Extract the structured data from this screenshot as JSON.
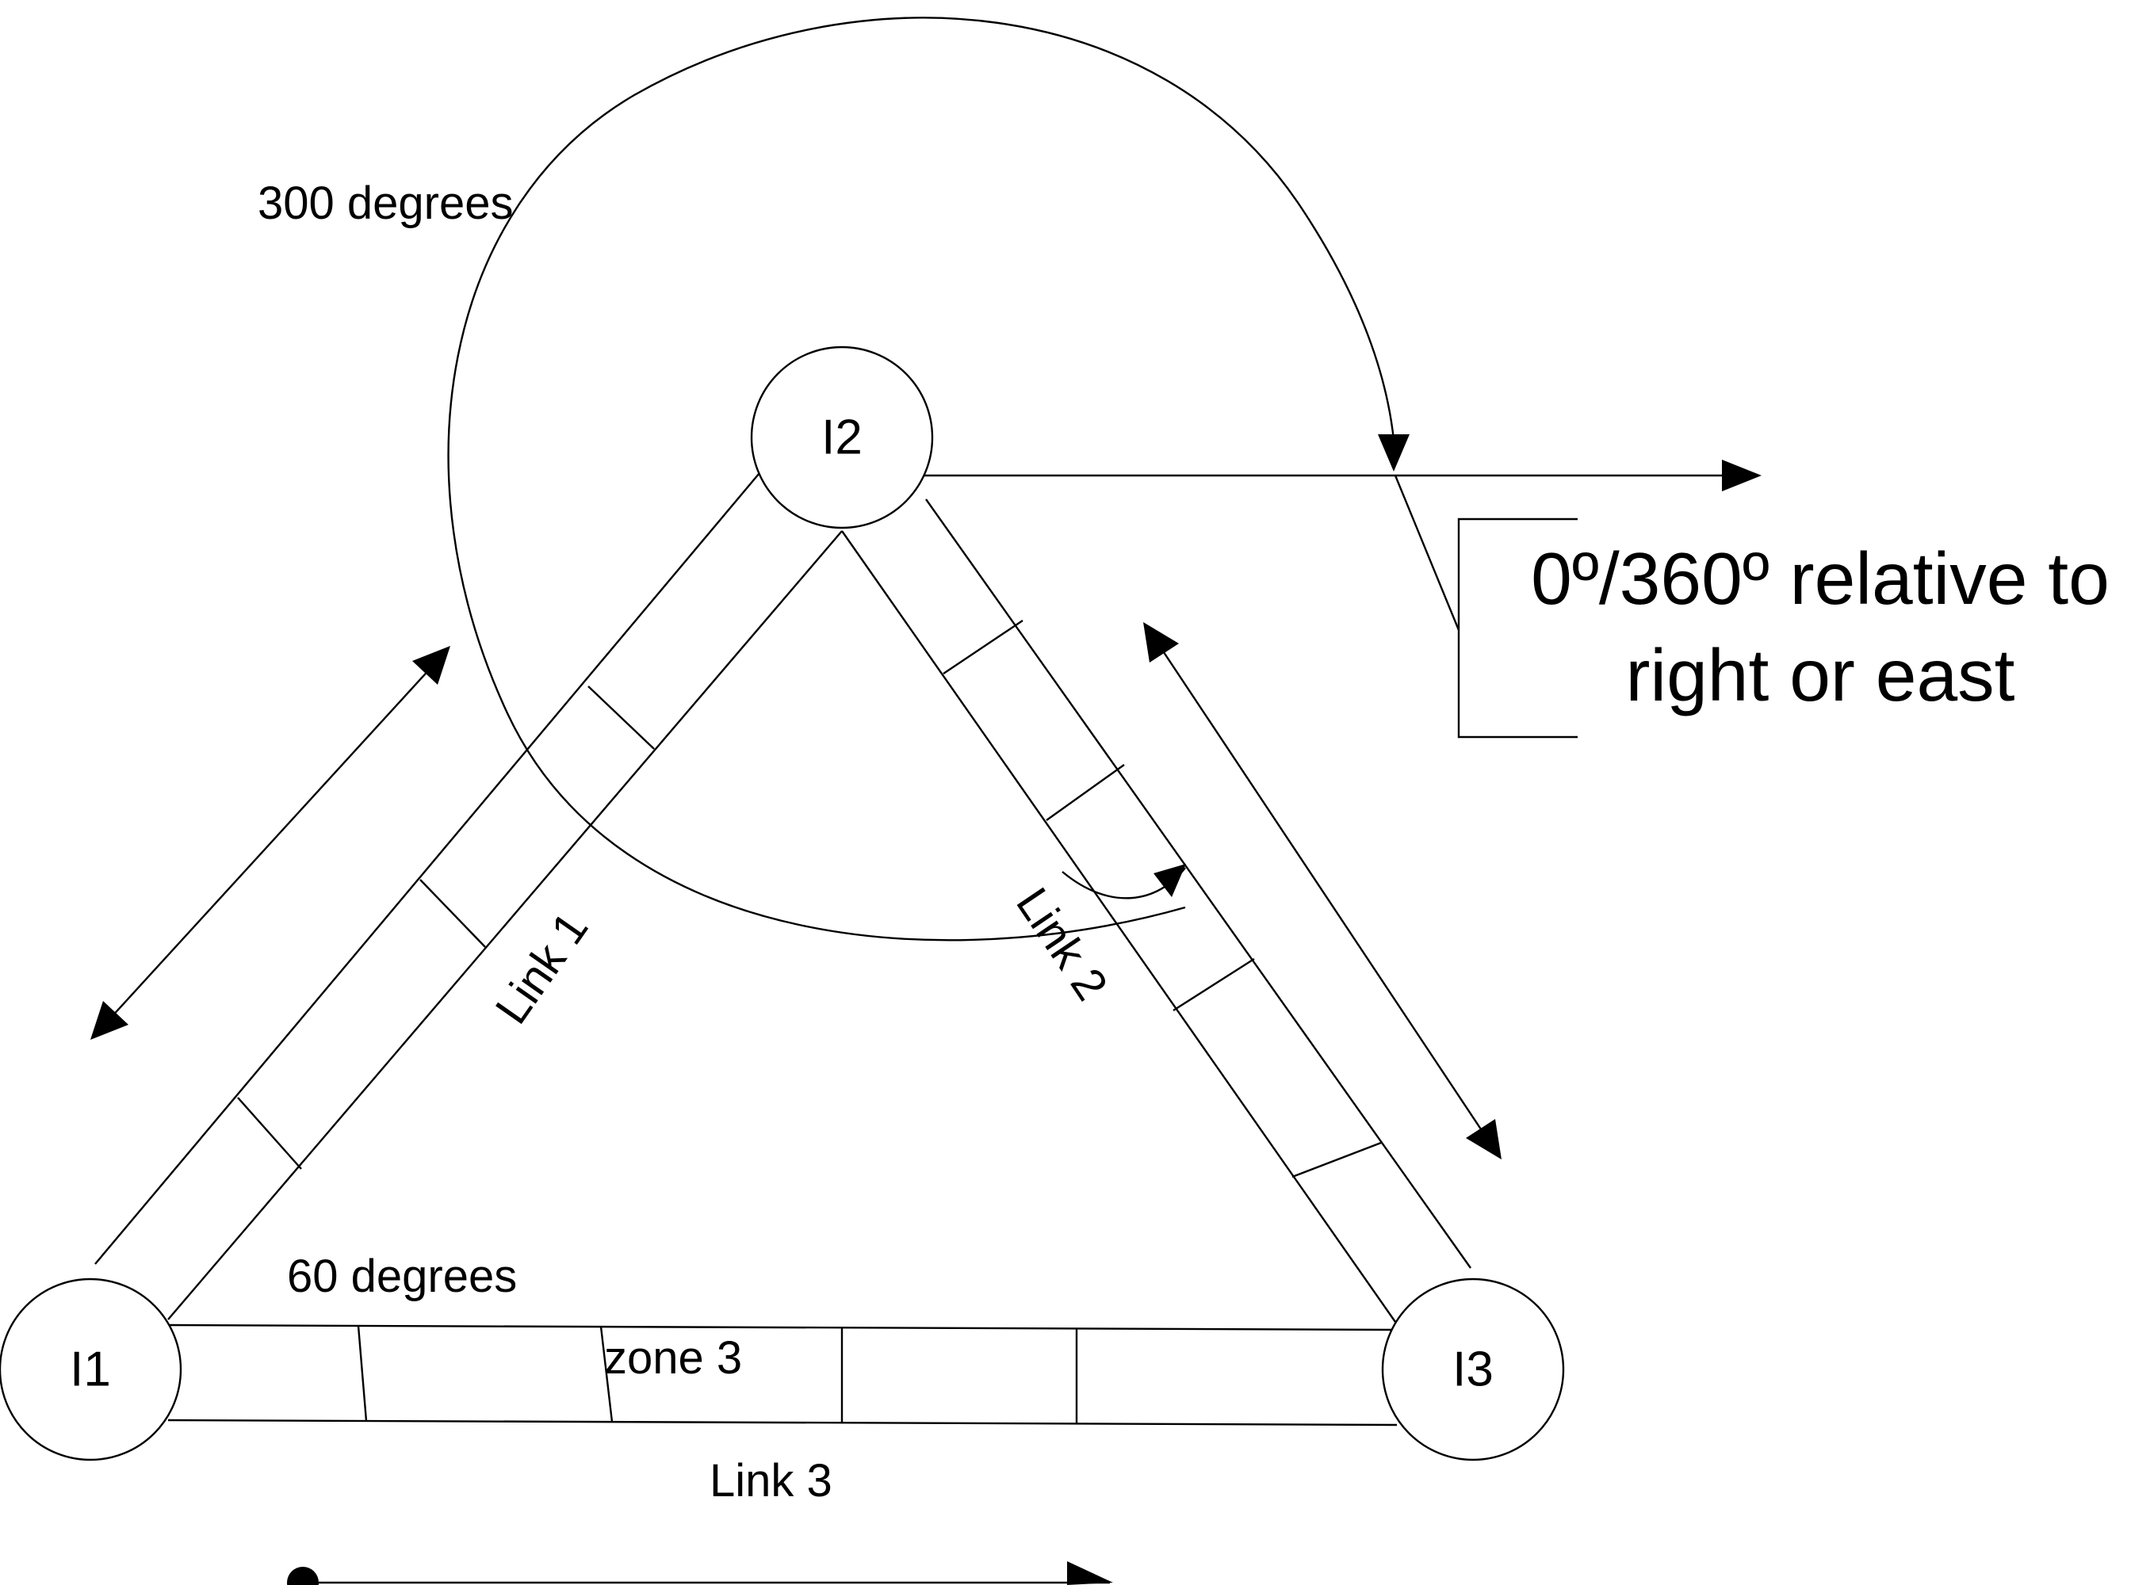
{
  "nodes": {
    "i1": "I1",
    "i2": "I2",
    "i3": "I3"
  },
  "labels": {
    "angle_300": "300 degrees",
    "angle_60": "60 degrees",
    "link1": "Link 1",
    "link2": "Link 2",
    "link3": "Link 3",
    "zone3": "zone 3"
  },
  "callout": {
    "line1": "0º/360º relative to",
    "line2": "right or east"
  },
  "colors": {
    "stroke": "#000000",
    "background": "#ffffff"
  }
}
